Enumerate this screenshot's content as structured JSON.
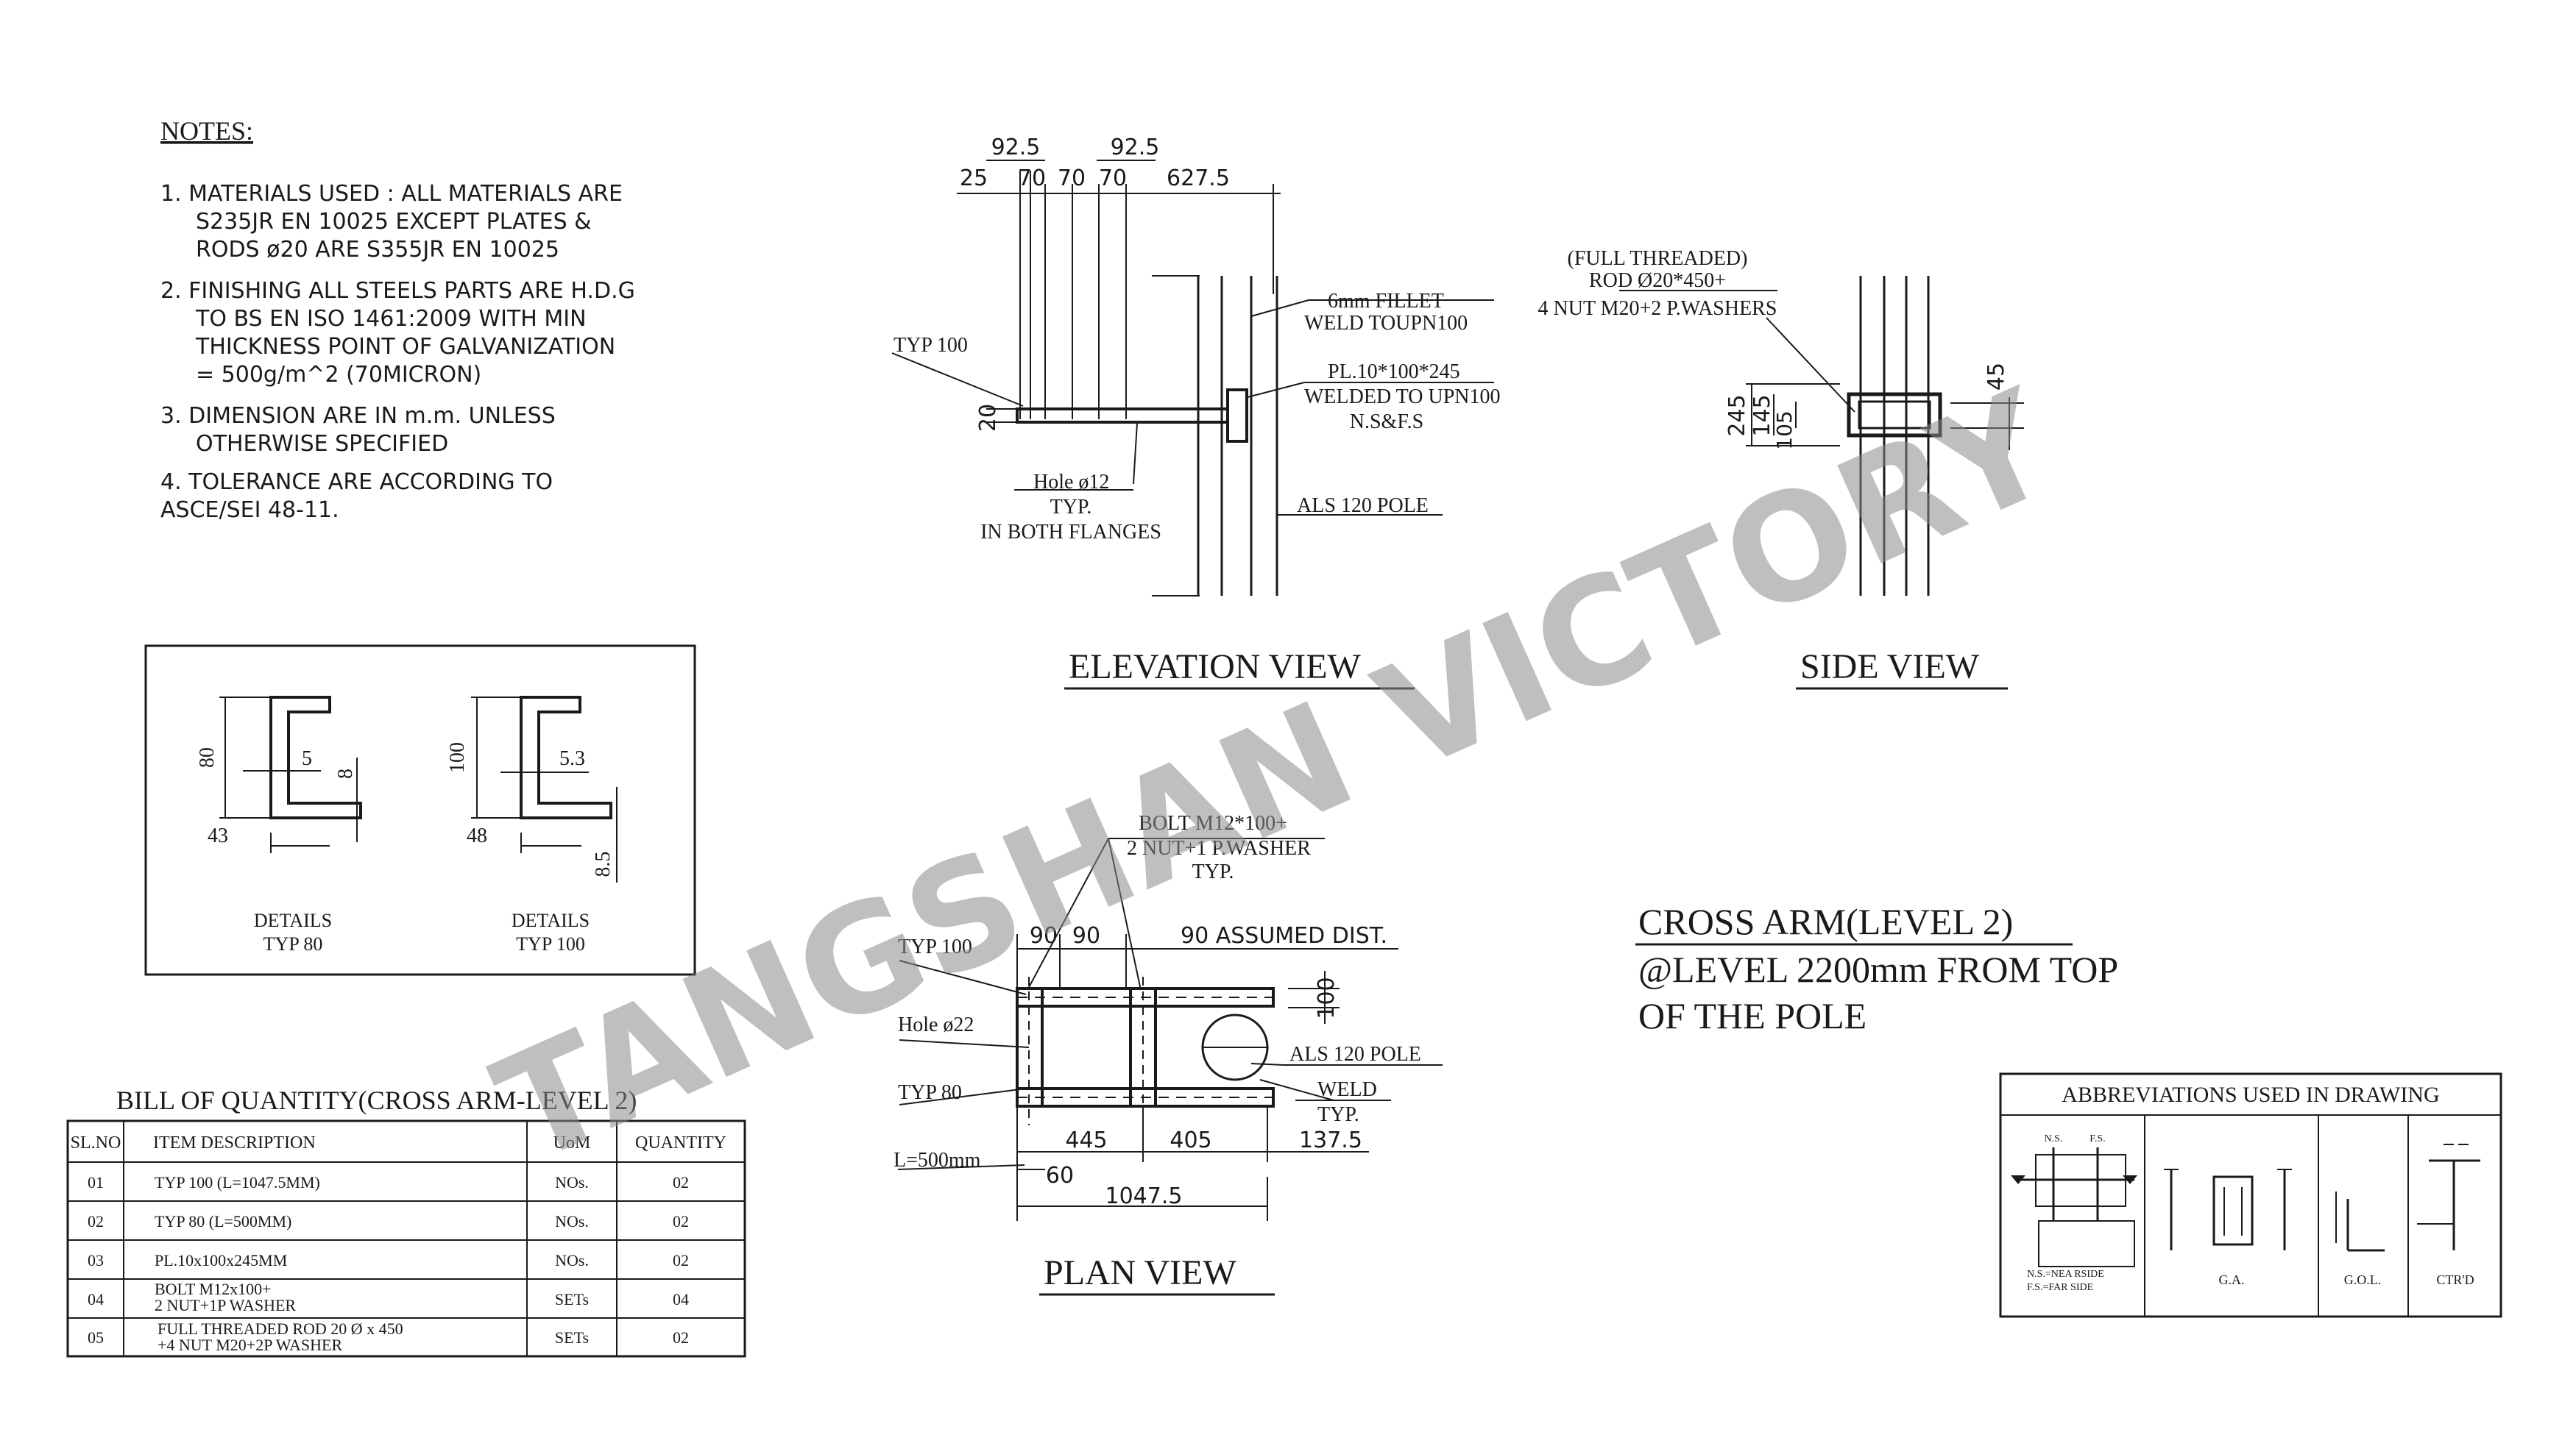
{
  "notes": {
    "heading": "NOTES:",
    "items": [
      [
        "1. MATERIALS USED : ALL MATERIALS ARE",
        "S235JR EN 10025 EXCEPT PLATES &",
        "RODS ø20 ARE S355JR EN 10025"
      ],
      [
        "2. FINISHING ALL STEELS PARTS ARE H.D.G",
        "TO BS EN ISO 1461:2009 WITH MIN",
        "THICKNESS POINT OF GALVANIZATION",
        "= 500g/m^2 (70MICRON)"
      ],
      [
        "3. DIMENSION ARE IN m.m. UNLESS",
        "OTHERWISE SPECIFIED"
      ],
      [
        "4. TOLERANCE ARE ACCORDING TO",
        "ASCE/SEI 48-11."
      ]
    ]
  },
  "elevation": {
    "title": "ELEVATION VIEW",
    "dims_top": [
      "92.5",
      "92.5"
    ],
    "dims_row": [
      "25",
      "70",
      "70",
      "70",
      "627.5"
    ],
    "dim_20": "20",
    "labels": {
      "typ100": "TYP 100",
      "fillet": [
        "6mm FILLET",
        "WELD TOUPN100"
      ],
      "plate": [
        "PL.10*100*245",
        "WELDED TO UPN100",
        "N.S&F.S"
      ],
      "hole": [
        "Hole ø12",
        "TYP.",
        "IN BOTH FLANGES"
      ],
      "pole": "ALS 120 POLE"
    }
  },
  "side": {
    "title": "SIDE VIEW",
    "rod_note": [
      "(FULL THREADED)",
      "ROD Ø20*450+",
      "4 NUT M20+2 P.WASHERS"
    ],
    "dims": [
      "245",
      "145",
      "105",
      "45"
    ]
  },
  "details": {
    "typ80": {
      "h": "80",
      "t": "5",
      "f": "8",
      "b": "43",
      "label": [
        "DETAILS",
        "TYP 80"
      ]
    },
    "typ100": {
      "h": "100",
      "t": "5.3",
      "f": "8.5",
      "b": "48",
      "label": [
        "DETAILS",
        "TYP 100"
      ]
    }
  },
  "plan": {
    "title": "PLAN VIEW",
    "bolt_note": [
      "BOLT M12*100+",
      "2 NUT+1 P.WASHER",
      "TYP."
    ],
    "labels": {
      "typ100": "TYP 100",
      "hole": "Hole ø22",
      "typ80": "TYP 80",
      "length": "L=500mm",
      "pole": "ALS 120 POLE",
      "weld": [
        "WELD",
        "TYP."
      ]
    },
    "dims_top": [
      "90",
      "90",
      "90 ASSUMED DIST."
    ],
    "dim_100": "100",
    "dims_bottom": [
      "445",
      "405",
      "137.5"
    ],
    "dim_60": "60",
    "dim_total": "1047.5"
  },
  "cross_arm": {
    "lines": [
      "CROSS ARM(LEVEL 2)",
      "@LEVEL 2200mm FROM TOP",
      "OF THE POLE"
    ]
  },
  "boq": {
    "title": "BILL OF QUANTITY(CROSS ARM-LEVEL 2)",
    "headers": [
      "SL.NO",
      "ITEM DESCRIPTION",
      "UoM",
      "QUANTITY"
    ],
    "rows": [
      {
        "sl": "01",
        "desc": [
          "TYP 100 (L=1047.5MM)"
        ],
        "uom": "NOs.",
        "qty": "02"
      },
      {
        "sl": "02",
        "desc": [
          "TYP 80 (L=500MM)"
        ],
        "uom": "NOs.",
        "qty": "02"
      },
      {
        "sl": "03",
        "desc": [
          "PL.10x100x245MM"
        ],
        "uom": "NOs.",
        "qty": "02"
      },
      {
        "sl": "04",
        "desc": [
          "BOLT M12x100+",
          "2 NUT+1P WASHER"
        ],
        "uom": "SETs",
        "qty": "04"
      },
      {
        "sl": "05",
        "desc": [
          "FULL THREADED ROD 20 Ø x 450",
          "+4 NUT M20+2P WASHER"
        ],
        "uom": "SETs",
        "qty": "02"
      }
    ]
  },
  "abbreviations": {
    "title": "ABBREVIATIONS USED IN DRAWING",
    "ns": "N.S.",
    "fs": "F.S.",
    "legend": [
      "N.S.=NEA RSIDE",
      "F.S.=FAR SIDE"
    ],
    "ga": "G.A.",
    "gol": "G.O.L.",
    "ctrd": "CTR'D"
  },
  "watermark": "TANGSHAN VICTORY"
}
